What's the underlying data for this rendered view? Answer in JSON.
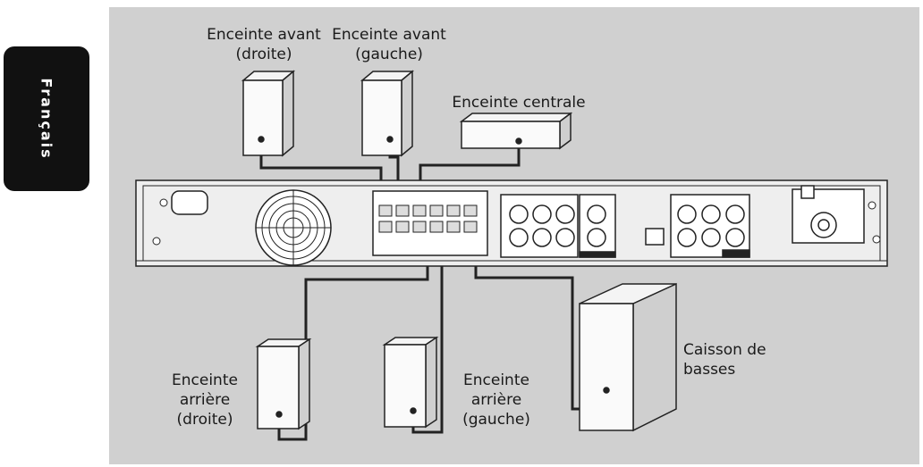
{
  "language_tab": "Français",
  "labels": {
    "front_right_1": "Enceinte avant",
    "front_right_2": "(droite)",
    "front_left_1": "Enceinte avant",
    "front_left_2": "(gauche)",
    "center": "Enceinte centrale",
    "rear_right_1": "Enceinte",
    "rear_right_2": "arrière",
    "rear_right_3": "(droite)",
    "rear_left_1": "Enceinte",
    "rear_left_2": "arrière",
    "rear_left_3": "(gauche)",
    "subwoofer_1": "Caisson de",
    "subwoofer_2": "basses"
  },
  "colors": {
    "panel": "#d0d0d0",
    "tab": "#111111",
    "cable": "#222222"
  }
}
